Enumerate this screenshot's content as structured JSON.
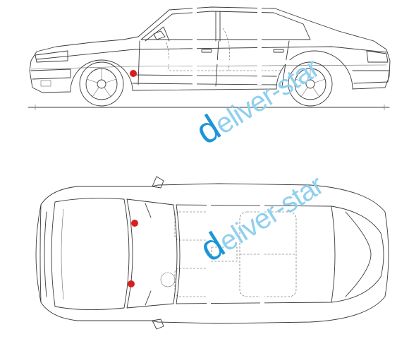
{
  "watermark": {
    "text": "deliver-star",
    "color_primary": "#1a96d8",
    "color_secondary": "#8fd0ee"
  },
  "marker_color": "#d81e1e",
  "views": [
    {
      "id": "side",
      "markers": 1
    },
    {
      "id": "top",
      "markers": 2
    }
  ]
}
